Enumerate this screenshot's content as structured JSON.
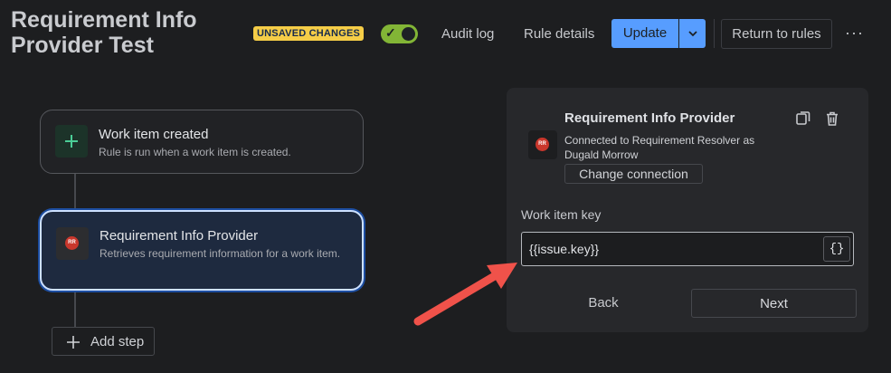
{
  "header": {
    "title": "Requirement Info Provider Test",
    "badge": "UNSAVED CHANGES",
    "toggle_check": "✓",
    "audit_log": "Audit log",
    "rule_details": "Rule details",
    "update": "Update",
    "update_caret": "⌄",
    "return_to_rules": "Return to rules",
    "more": "···"
  },
  "flow": {
    "trigger": {
      "icon": "plus-icon",
      "icon_glyph": "+",
      "title": "Work item created",
      "description": "Rule is run when a work item is created."
    },
    "action": {
      "icon": "requirement-resolver-logo",
      "logo_text": "RR",
      "title": "Requirement Info Provider",
      "description": "Retrieves requirement information for a work item."
    },
    "add_step_icon": "+",
    "add_step": "Add step"
  },
  "panel": {
    "logo_text": "RR",
    "title": "Requirement Info Provider",
    "connection_text": "Connected to Requirement Resolver as Dugald Morrow",
    "change_connection": "Change connection",
    "field_label": "Work item key",
    "field_value": "{{issue.key}}",
    "smart_value_button": "{}",
    "back": "Back",
    "next": "Next"
  },
  "colors": {
    "accent": "#579dff",
    "badge": "#f5cd47",
    "toggle_on": "#82b536",
    "annotation_arrow": "#f0524a"
  }
}
